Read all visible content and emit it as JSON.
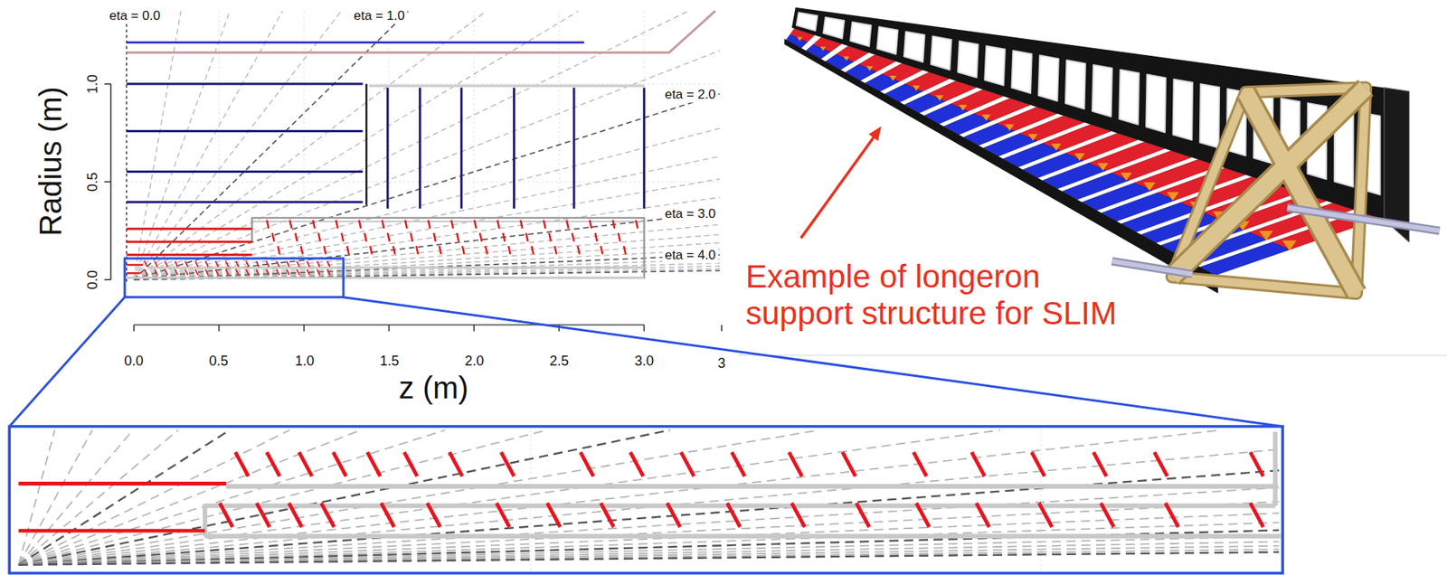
{
  "diagram": {
    "labels": [
      "eta = 0.0",
      "eta = 1.0",
      "eta = 2.0",
      "eta = 3.0",
      "eta = 4.0",
      "Radius (m)",
      "0.0",
      "0.5",
      "1.0",
      "0.0",
      "0.5",
      "1.0",
      "1.5",
      "2.0",
      "2.5",
      "3.0",
      "3",
      "z (m)",
      "Example of longeron support structure for SLIM"
    ]
  }
}
